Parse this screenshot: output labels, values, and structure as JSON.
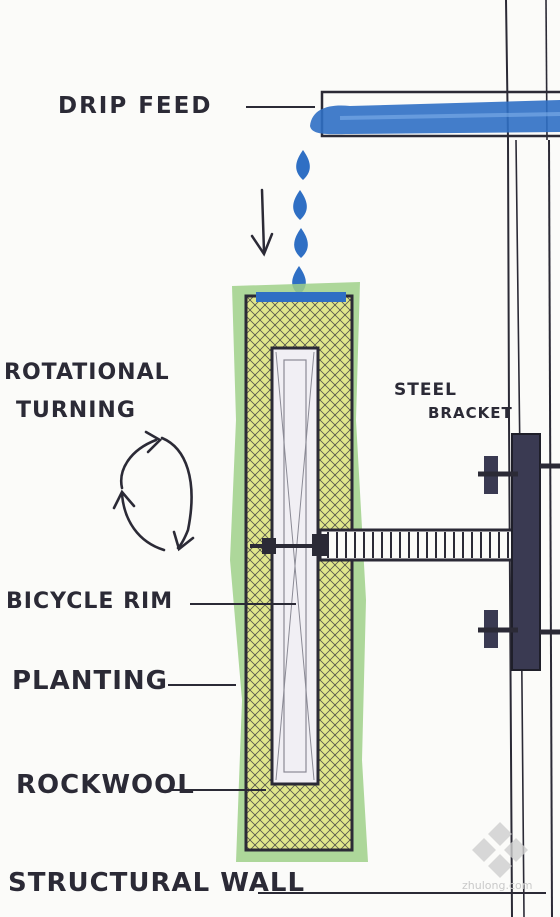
{
  "labels": {
    "drip_feed": "DRIP FEED",
    "rotational_1": "ROTATIONAL",
    "rotational_2": "TURNING",
    "steel_1": "STEEL",
    "steel_2": "BRACKET",
    "bicycle_rim": "BICYCLE RIM",
    "planting": "PLANTING",
    "rockwool": "ROCKWOOL",
    "structural_wall": "STRUCTURAL WALL",
    "watermark": "zhulong.com"
  },
  "colors": {
    "ink": "#2b2a36",
    "water_blue": "#2f6fc4",
    "planting_green": "#9fd08a",
    "rockwool_yellow": "#e6e88a",
    "rim_fill": "#f1eff4"
  },
  "icons": {
    "drip_arrow": "arrow-down-icon",
    "rotation": "circular-arrows-icon"
  }
}
